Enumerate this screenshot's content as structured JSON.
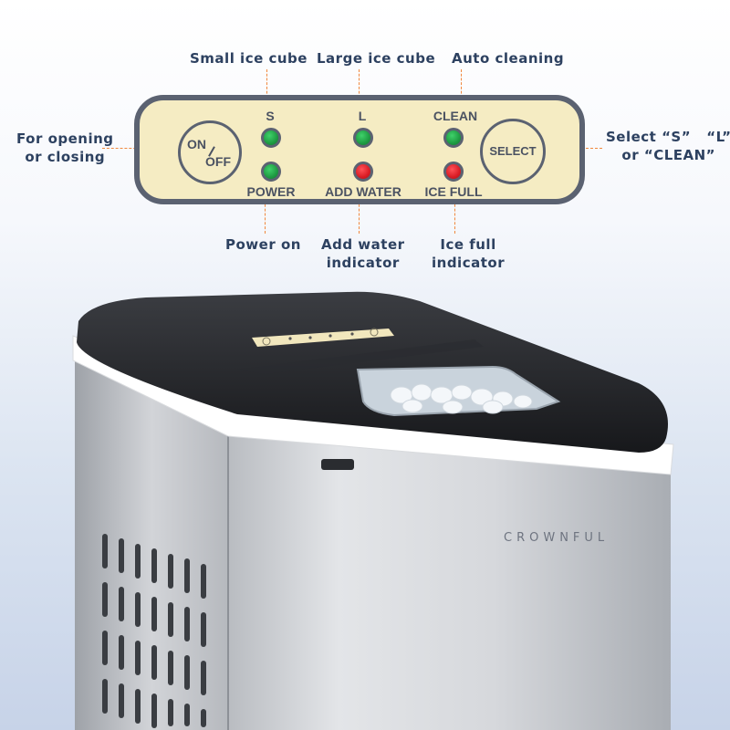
{
  "callouts": {
    "small_ice_cube": "Small ice cube",
    "large_ice_cube": "Large ice cube",
    "auto_cleaning": "Auto cleaning",
    "opening_line1": "For opening",
    "opening_line2": "or closing",
    "select_line1": "Select “S”   “L”",
    "select_line2": "or “CLEAN”",
    "power_on": "Power on",
    "add_water_line1": "Add water",
    "add_water_line2": "indicator",
    "ice_full_line1": "Ice full",
    "ice_full_line2": "indicator"
  },
  "panel": {
    "on_label": "ON",
    "off_label": "OFF",
    "select_label": "SELECT",
    "s_label": "S",
    "l_label": "L",
    "clean_label": "CLEAN",
    "power_label": "POWER",
    "add_water_label": "ADD WATER",
    "ice_full_label": "ICE FULL"
  },
  "indicators": [
    {
      "name": "S",
      "color": "green"
    },
    {
      "name": "L",
      "color": "green"
    },
    {
      "name": "CLEAN",
      "color": "green"
    },
    {
      "name": "POWER",
      "color": "green"
    },
    {
      "name": "ADD WATER",
      "color": "red"
    },
    {
      "name": "ICE FULL",
      "color": "red"
    }
  ],
  "colors": {
    "panel_bg": "#f5ecc3",
    "panel_border": "#5b6271",
    "callout_text": "#2d4160",
    "leader_line": "#f0883e",
    "led_green": "#1e9b42",
    "led_red": "#d91c24"
  },
  "brand": "CROWNFUL"
}
